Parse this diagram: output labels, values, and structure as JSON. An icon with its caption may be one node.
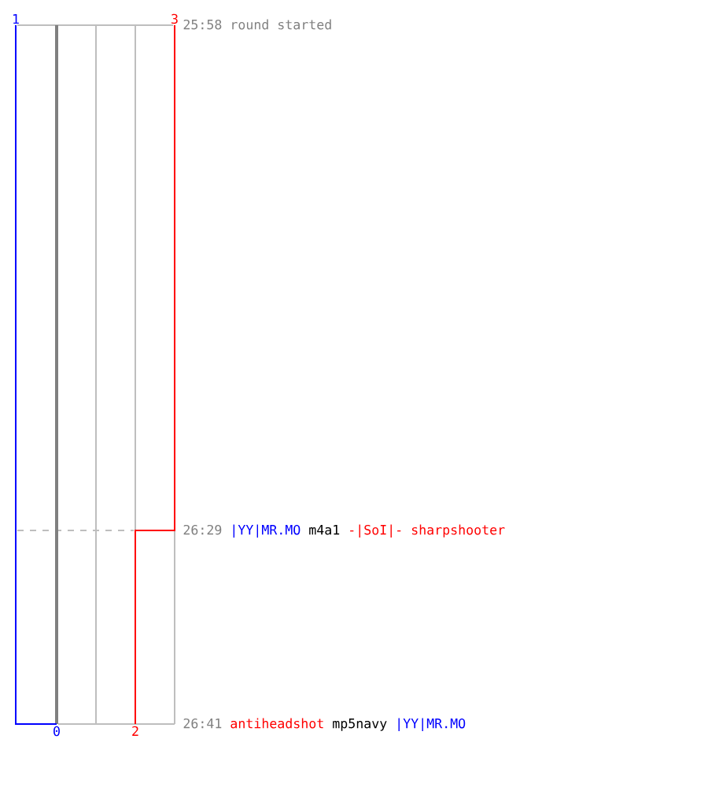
{
  "diagram": {
    "labels": [
      "1",
      "3",
      "25:58 round started",
      "26:29",
      "|YY|MR.MO",
      "m4a1",
      "-|SoI|- sharpshooter",
      "26:41",
      "antiheadshot",
      "mp5navy",
      "|YY|MR.MO",
      "0",
      "2"
    ]
  }
}
